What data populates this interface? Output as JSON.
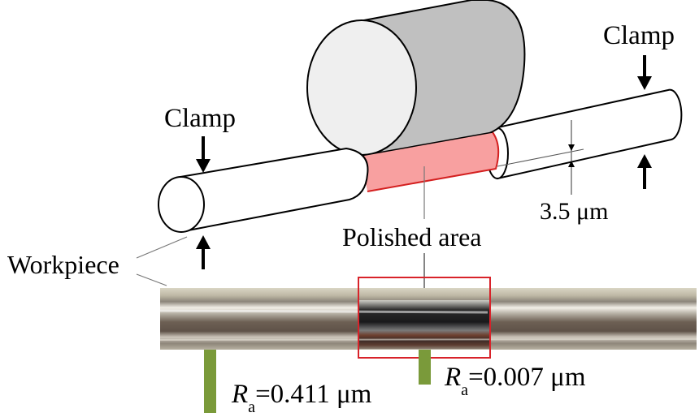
{
  "figure": {
    "title": "Polishing setup schematic with workpiece photo",
    "labels": {
      "clamp_left": "Clamp",
      "clamp_right": "Clamp",
      "workpiece": "Workpiece",
      "polished_area": "Polished area",
      "dimension": "3.5 μm"
    },
    "roughness": [
      {
        "symbol": "R",
        "subscript": "a",
        "value_text": "=0.411 μm",
        "value": 0.411,
        "unit": "μm",
        "region": "unpolished"
      },
      {
        "symbol": "R",
        "subscript": "a",
        "value_text": "=0.007 μm",
        "value": 0.007,
        "unit": "μm",
        "region": "polished"
      }
    ],
    "colors": {
      "polished_band": "#f8a0a0",
      "polished_edge": "#d42020",
      "tool_front": "#efefef",
      "tool_side": "#c0c0c0",
      "highlight_box": "#d8232a",
      "roughness_bar": "#7a9a3a",
      "photo_base": "#6e6358"
    }
  }
}
